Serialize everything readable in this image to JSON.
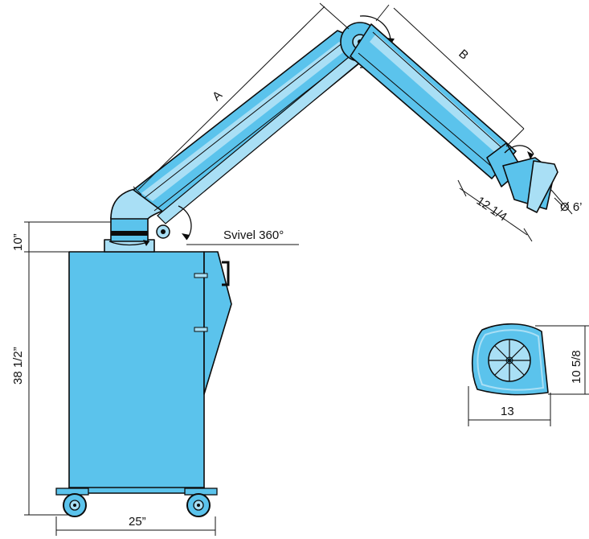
{
  "labels": {
    "arm_a": "A",
    "arm_b": "B",
    "hood_depth": "12 1/4",
    "hood_diameter": "Ø 6’",
    "swivel": "Svivel 360°",
    "base_height": "10”",
    "cabinet_height": "38 1/2”",
    "cabinet_width": "25”",
    "hood_height": "10 5/8",
    "hood_width": "13"
  },
  "colors": {
    "body": "#5bc3ec",
    "body_light": "#a9dff5",
    "outline": "#0c0c0c",
    "background": "#ffffff"
  },
  "icons": [
    "swivel-arrow-icon",
    "wheel-icon",
    "handle-icon",
    "fan-icon"
  ]
}
